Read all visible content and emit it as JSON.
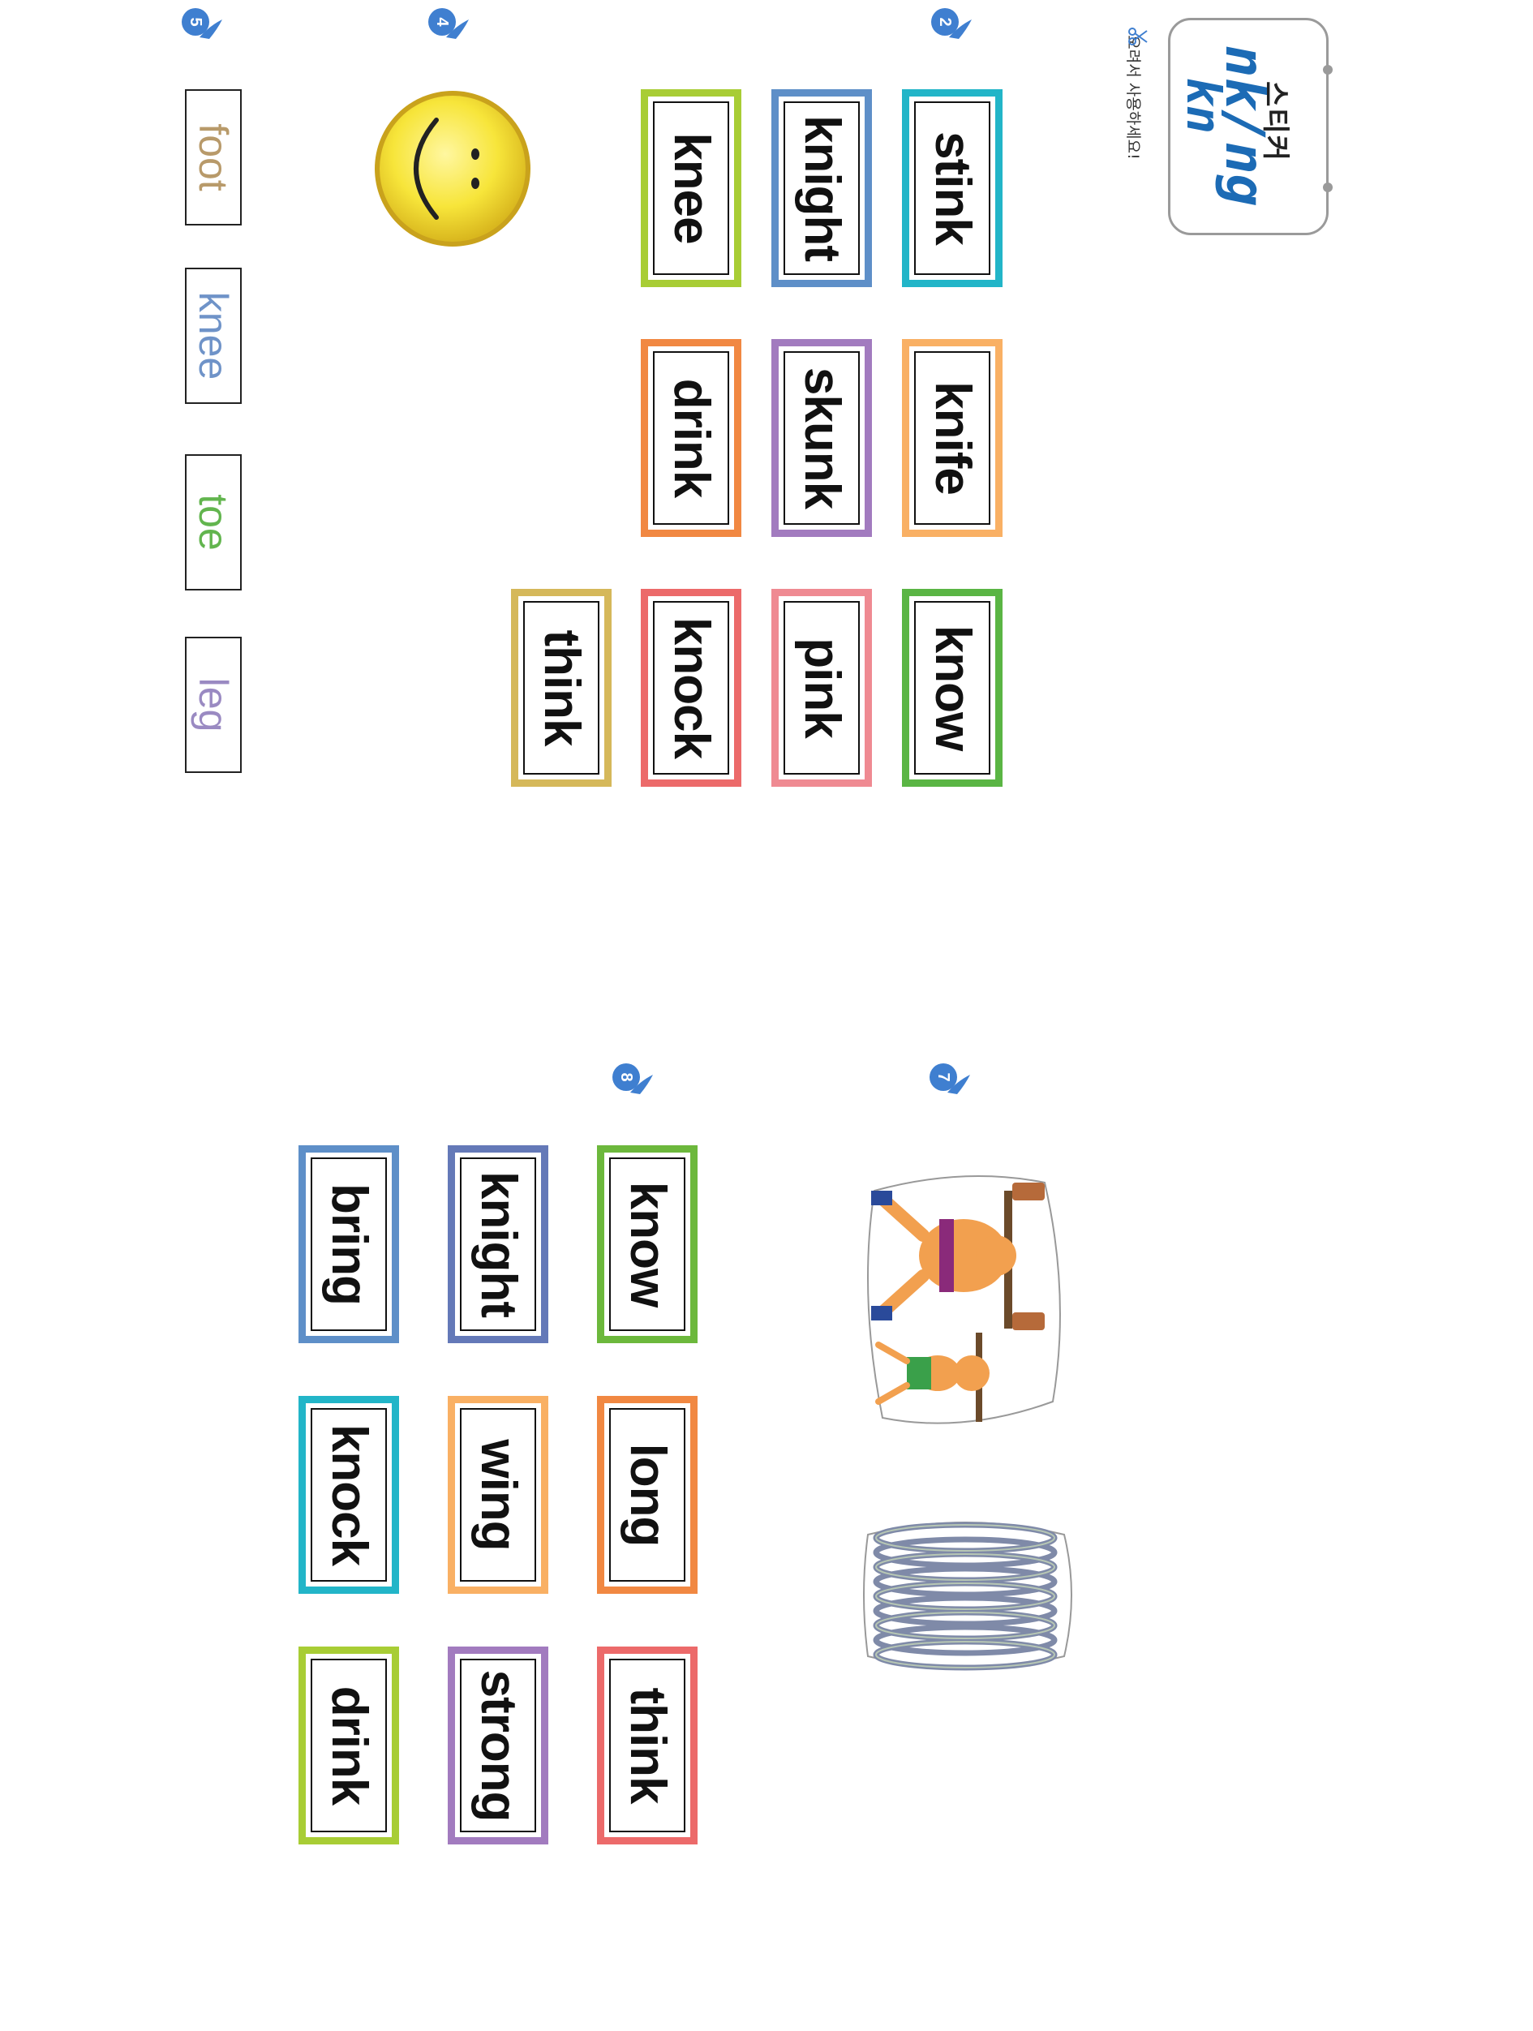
{
  "header": {
    "title": "스티커",
    "line1": "nk/ng",
    "line2": "kn",
    "cut_note": "오려서 사용하세요!",
    "scissor_icon": "scissor-icon"
  },
  "colors": {
    "border_gray": "#9a9a9a",
    "title_blue": "#1c6bb5",
    "badge_blue": "#3f7fd0"
  },
  "sections": [
    {
      "number": "2",
      "cards": [
        {
          "word": "stink",
          "color": "#22b5c8"
        },
        {
          "word": "knife",
          "color": "#f9b064"
        },
        {
          "word": "know",
          "color": "#5ab544"
        },
        {
          "word": "knight",
          "color": "#5e8fc8"
        },
        {
          "word": "skunk",
          "color": "#a27bbf"
        },
        {
          "word": "pink",
          "color": "#ef8a92"
        },
        {
          "word": "knee",
          "color": "#a8cd35"
        },
        {
          "word": "drink",
          "color": "#f18842"
        },
        {
          "word": "knock",
          "color": "#ec6a6a"
        },
        {
          "word": "think",
          "color": "#d5b85a"
        }
      ]
    },
    {
      "number": "4",
      "image": "smiley-face-icon"
    },
    {
      "number": "5",
      "words": [
        {
          "word": "foot",
          "color": "#b89a6a"
        },
        {
          "word": "knee",
          "color": "#6f93c8"
        },
        {
          "word": "toe",
          "color": "#62b54e"
        },
        {
          "word": "leg",
          "color": "#9a8ac2"
        }
      ]
    },
    {
      "number": "7",
      "images": [
        "strongmen-illustration",
        "spring-coil-illustration"
      ]
    },
    {
      "number": "8",
      "cards": [
        {
          "word": "know",
          "color": "#6cb83c"
        },
        {
          "word": "long",
          "color": "#f18842"
        },
        {
          "word": "think",
          "color": "#ec6a6a"
        },
        {
          "word": "knight",
          "color": "#6479b8"
        },
        {
          "word": "wing",
          "color": "#f9b064"
        },
        {
          "word": "strong",
          "color": "#a27bbf"
        },
        {
          "word": "bring",
          "color": "#5e8fc8"
        },
        {
          "word": "knock",
          "color": "#22b5c8"
        },
        {
          "word": "drink",
          "color": "#a8cd35"
        }
      ]
    }
  ]
}
